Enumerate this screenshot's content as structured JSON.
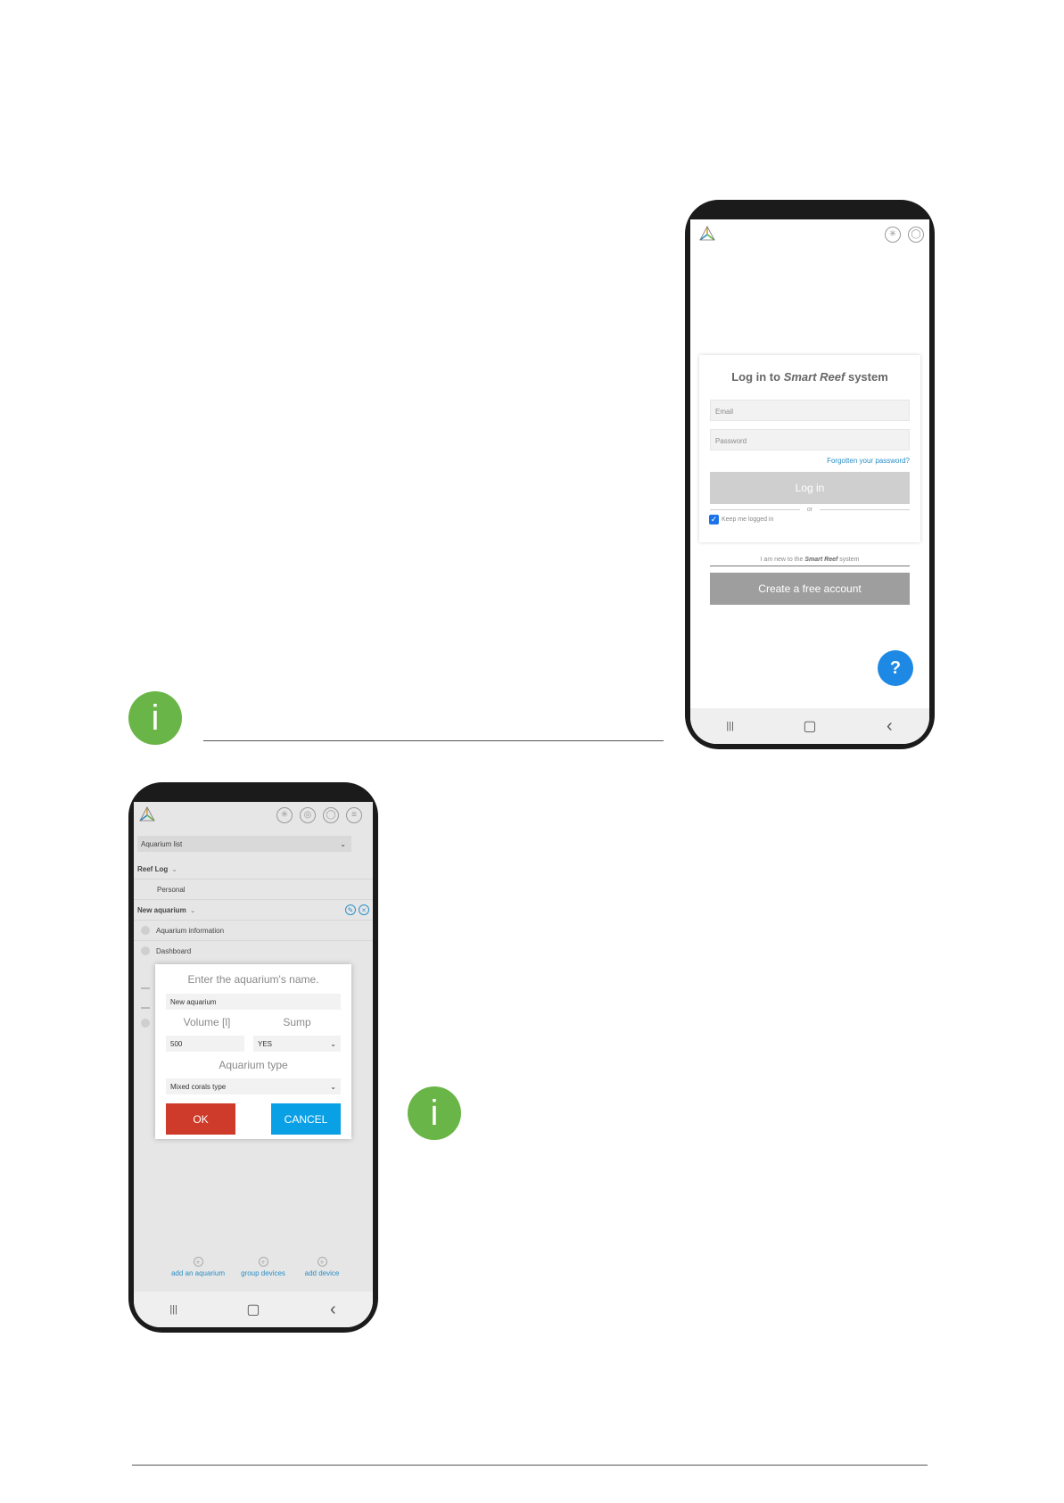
{
  "login_phone": {
    "title_prefix": "Log in to",
    "title_brand": "Smart Reef",
    "title_suffix": "system",
    "email_placeholder": "Email",
    "password_placeholder": "Password",
    "forgot_link": "Forgotten your password?",
    "login_button": "Log in",
    "or_text": "or",
    "keep_logged_in": "Keep me logged in",
    "new_prefix": "I am new to the",
    "new_brand": "Smart Reef",
    "new_suffix": "system",
    "create_button": "Create a free account",
    "help_button": "?"
  },
  "info_icon_glyph": "i",
  "aquarium_phone": {
    "aquarium_list": "Aquarium list",
    "reef_log": "Reef Log",
    "personal": "Personal",
    "new_aquarium_header": "New aquarium",
    "menu_items": [
      "Aquarium information",
      "Dashboard"
    ],
    "dialog": {
      "name_label": "Enter the aquarium's name.",
      "name_value": "New aquarium",
      "volume_label": "Volume [l]",
      "sump_label": "Sump",
      "volume_value": "500",
      "sump_value": "YES",
      "type_label": "Aquarium type",
      "type_value": "Mixed corals type",
      "ok": "OK",
      "cancel": "CANCEL"
    },
    "bottom_actions": [
      "add an aquarium",
      "group devices",
      "add device"
    ]
  },
  "nav_glyphs": {
    "recent": "|||",
    "home": "▢",
    "back": "‹"
  }
}
